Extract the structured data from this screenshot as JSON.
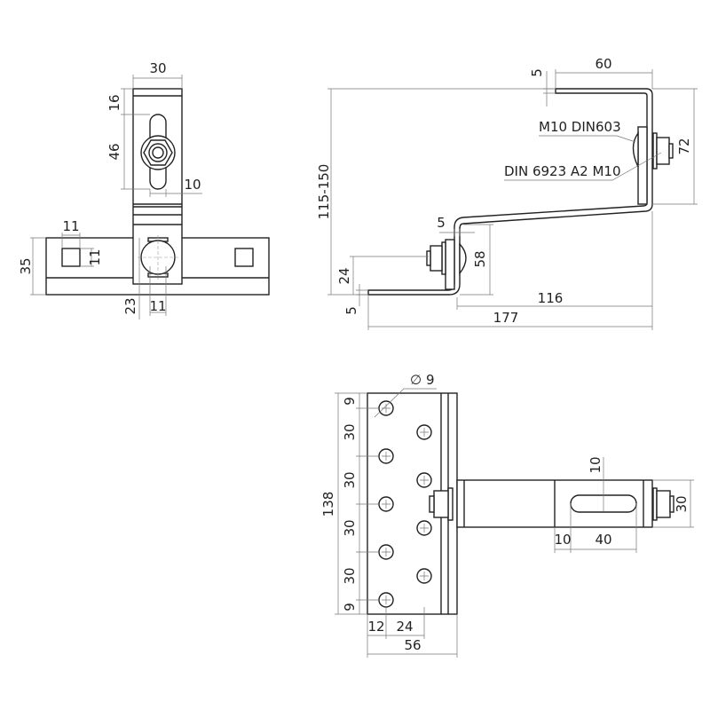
{
  "front_view": {
    "width": "30",
    "top_offset": "16",
    "slot_length": "46",
    "slot_width": "10",
    "square_hole_w": "11",
    "square_hole_h": "11",
    "bar_height": "35",
    "head_offset": "23",
    "head_width": "11"
  },
  "side_view": {
    "top_thickness": "5",
    "top_flange": "60",
    "height_range": "115-150",
    "upper_plate": "72",
    "bolt_label": "M10 DIN603",
    "nut_label": "DIN 6923 A2 M10",
    "bend_thickness": "5",
    "lower_plate": "58",
    "bolt_height": "24",
    "bottom_thickness": "5",
    "offset": "116",
    "overall_length": "177"
  },
  "plan_view": {
    "hole_diameter": "9",
    "total_length": "138",
    "spacings": [
      "9",
      "30",
      "30",
      "30",
      "30",
      "9"
    ],
    "hole_x1": "12",
    "hole_x2": "24",
    "plate_width": "56",
    "slot_width": "10",
    "slot_start": "10",
    "slot_length": "40",
    "arm_width": "30"
  }
}
